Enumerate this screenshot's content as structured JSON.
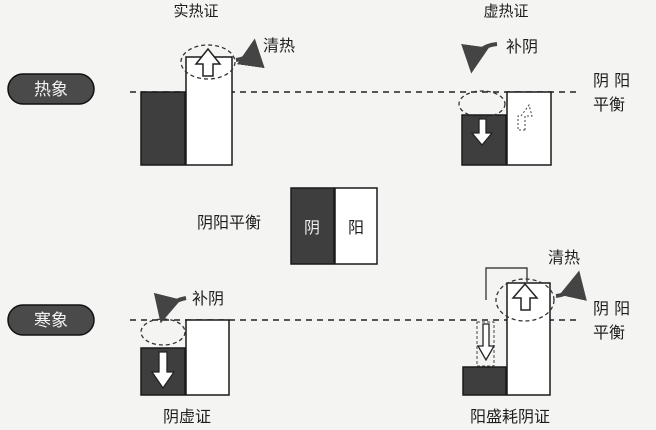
{
  "titles": {
    "shi_re": "实热证",
    "xu_re": "虚热证"
  },
  "badges": {
    "heat": "热象",
    "cold": "寒象"
  },
  "actions": {
    "clear_heat_top": "清热",
    "nourish_yin_top": "补阴",
    "nourish_yin_bottom": "补阴",
    "clear_heat_bottom": "清热"
  },
  "balance": {
    "right_top": [
      "阴 阳",
      "平衡"
    ],
    "right_bottom": [
      "阴 阳",
      "平衡"
    ],
    "center_label": "阴阳平衡",
    "yin": "阴",
    "yang": "阳"
  },
  "captions": {
    "yin_xu": "阴虚证",
    "yin_sheng_hao_yang": "阳盛耗阴证"
  },
  "colors": {
    "dark_bar": "#3e3e3e",
    "light_bar": "#ffffff",
    "badge": "#4a4a4a"
  }
}
